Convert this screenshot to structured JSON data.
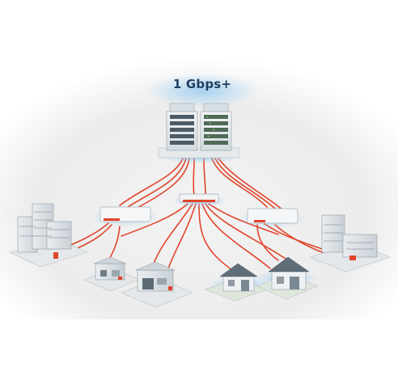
{
  "diagram": {
    "speed_label": "1 Gbps+",
    "nodes": [
      {
        "id": "datacenter",
        "kind": "server-rack-pair"
      },
      {
        "id": "core-switch",
        "kind": "switch"
      },
      {
        "id": "left-switch",
        "kind": "switch"
      },
      {
        "id": "right-switch",
        "kind": "switch"
      },
      {
        "id": "office-left",
        "kind": "office-buildings"
      },
      {
        "id": "office-right",
        "kind": "office-buildings"
      },
      {
        "id": "shop",
        "kind": "small-business"
      },
      {
        "id": "warehouse",
        "kind": "small-business"
      },
      {
        "id": "house-1",
        "kind": "house"
      },
      {
        "id": "house-2",
        "kind": "house"
      }
    ],
    "colors": {
      "fiber": "#e2452b",
      "glow": "#8ec8f2",
      "building": "#dfe5ea",
      "ground": "#ececec"
    }
  }
}
